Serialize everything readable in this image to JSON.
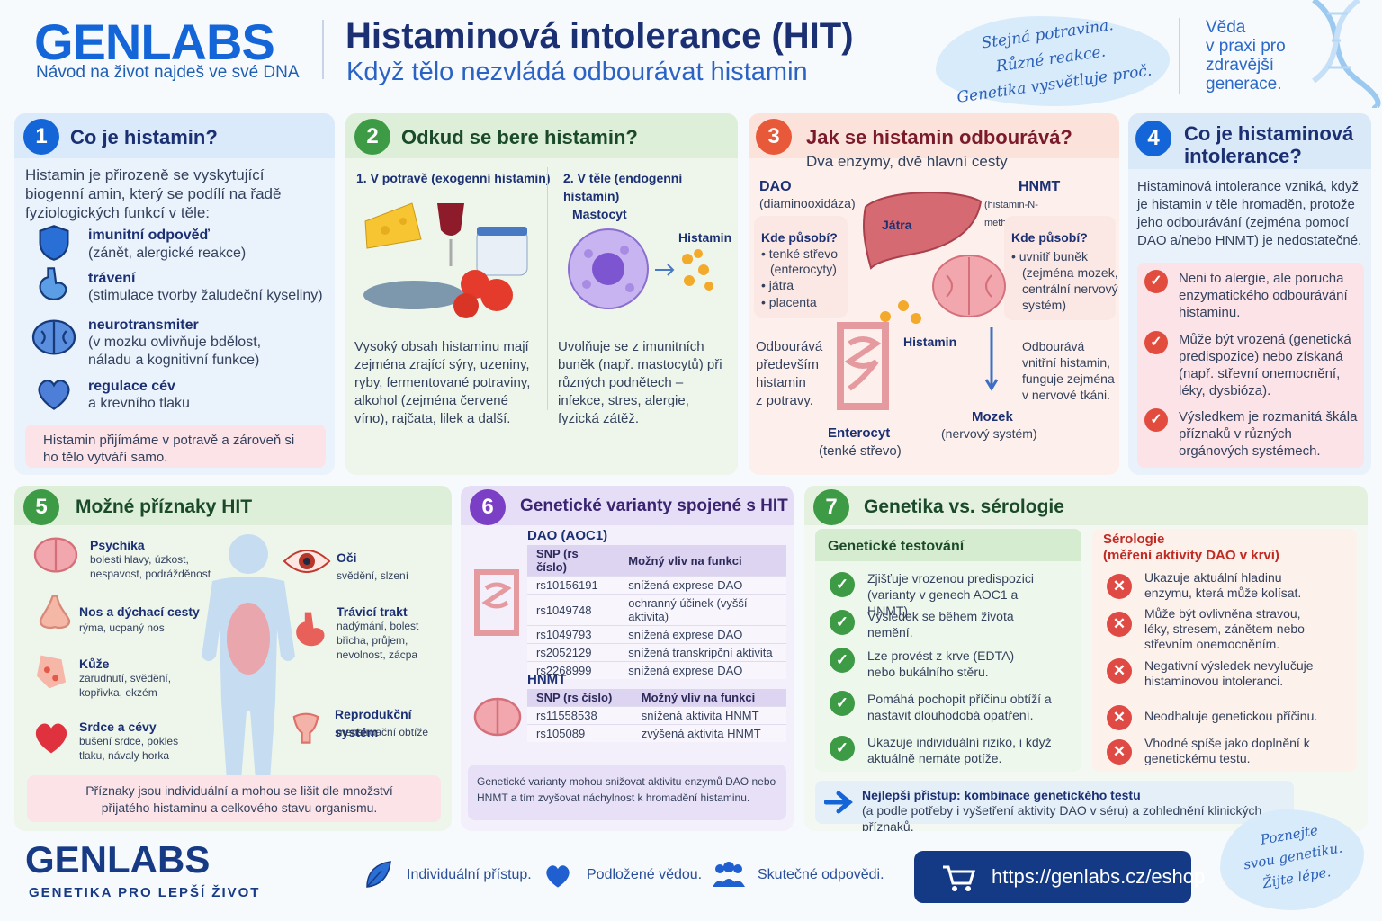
{
  "header": {
    "brand": "GENLABS",
    "brand_tagline": "Návod na život najdeš ve své DNA",
    "title": "Histaminová intolerance (HIT)",
    "subtitle": "Když tělo nezvládá odbourávat histamin",
    "note_lines": [
      "Stejná potravina.",
      "Různé reakce.",
      "Genetika vysvětluje proč."
    ],
    "veda_lines": [
      "Věda",
      "v praxi pro",
      "zdravější",
      "generace."
    ]
  },
  "s1": {
    "num": "1",
    "title": "Co je histamin?",
    "intro": "Histamin je přirozeně se vyskytující biogenní amin, který se podílí na řadě fyziologických funkcí v těle:",
    "items": [
      {
        "icon": "shield-icon",
        "title": "imunitní odpověď",
        "desc": "(zánět, alergické reakce)"
      },
      {
        "icon": "stomach-icon",
        "title": "trávení",
        "desc": "(stimulace tvorby žaludeční kyseliny)"
      },
      {
        "icon": "brain-icon",
        "title": "neurotransmiter",
        "desc": "(v mozku ovlivňuje bdělost, náladu a kognitivní funkce)"
      },
      {
        "icon": "heart-icon",
        "title": "regulace cév",
        "desc": "a krevního tlaku"
      }
    ],
    "note": "Histamin přijímáme v potravě a zároveň si ho tělo vytváří samo."
  },
  "s2": {
    "num": "2",
    "title": "Odkud se bere histamin?",
    "col1_title": "1. V potravě (exogenní histamin)",
    "col2_title": "2. V těle (endogenní histamin)",
    "mastocyt": "Mastocyt",
    "histamin": "Histamin",
    "col1_text": "Vysoký obsah histaminu mají zejména zrající sýry, uzeniny, ryby, fermentované potraviny, alkohol (zejména červené víno), rajčata, lilek a další.",
    "col2_text": "Uvolňuje se z imunitních buněk (např. mastocytů) při různých podnětech – infekce, stres, alergie, fyzická zátěž."
  },
  "s3": {
    "num": "3",
    "title": "Jak se histamin odbourává?",
    "subtitle": "Dva enzymy, dvě hlavní cesty",
    "dao": "DAO",
    "dao_full": "(diaminooxidáza)",
    "hnmt": "HNMT",
    "hnmt_full": "(histamin-N-methyltransferáza)",
    "kde_dao": "Kde působí?",
    "dao_places": [
      "• tenké střevo",
      "(enterocyty)",
      "• játra",
      "• placenta"
    ],
    "kde_hnmt": "Kde působí?",
    "hnmt_places": [
      "• uvnitř buněk",
      "(zejména mozek,",
      "centrální nervový",
      "systém)"
    ],
    "jatra": "Játra",
    "histamin": "Histamin",
    "dao_text": [
      "Odbourává",
      "především",
      "histamin",
      "z potravy."
    ],
    "hnmt_text": [
      "Odbourává",
      "vnitřní histamin,",
      "funguje zejména",
      "v nervové tkáni."
    ],
    "enterocyt": "Enterocyt",
    "enterocyt_sub": "(tenké střevo)",
    "mozek": "Mozek",
    "mozek_sub": "(nervový systém)"
  },
  "s4": {
    "num": "4",
    "title_lines": [
      "Co je histaminová",
      "intolerance?"
    ],
    "text": "Histaminová intolerance vzniká, když je histamin v těle hromaděn, protože jeho odbourávání (zejména pomocí DAO a/nebo HNMT) je nedostatečné.",
    "points": [
      "Neni to alergie, ale porucha enzymatického odbourávání histaminu.",
      "Může být vrozená (genetická predispozice) nebo získaná (např. střevní onemocnění, léky, dysbióza).",
      "Výsledkem je rozmanitá škála příznaků v různých orgánových systémech."
    ]
  },
  "s5": {
    "num": "5",
    "title": "Možné příznaky HIT",
    "left": [
      {
        "icon": "brain-icon",
        "title": "Psychika",
        "desc": "bolesti hlavy, úzkost, nespavost, podrážděnost"
      },
      {
        "icon": "nose-icon",
        "title": "Nos a dýchací cesty",
        "desc": "rýma, ucpaný nos"
      },
      {
        "icon": "skin-icon",
        "title": "Kůže",
        "desc": "zarudnutí, svědění, kopřivka, ekzém"
      },
      {
        "icon": "heart-icon",
        "title": "Srdce a cévy",
        "desc": "bušení srdce, pokles tlaku, návaly horka"
      }
    ],
    "right": [
      {
        "icon": "eye-icon",
        "title": "Oči",
        "desc": "svědění, slzení"
      },
      {
        "icon": "stomach-icon",
        "title": "Trávicí trakt",
        "desc": "nadýmání, bolest břicha, průjem, nevolnost, zácpa"
      },
      {
        "icon": "uterus-icon",
        "title": "Reprodukční systém",
        "desc": "menstruační obtíže"
      }
    ],
    "note": "Příznaky jsou individuální a mohou se lišit dle množství přijatého histaminu a celkového stavu organismu."
  },
  "s6": {
    "num": "6",
    "title": "Genetické varianty spojené s HIT",
    "dao_title": "DAO (AOC1)",
    "col_snp": "SNP (rs číslo)",
    "col_vliv": "Možný vliv na funkci",
    "dao_rows": [
      [
        "rs10156191",
        "snížená exprese DAO"
      ],
      [
        "rs1049748",
        "ochranný účinek (vyšší aktivita)"
      ],
      [
        "rs1049793",
        "snížená exprese DAO"
      ],
      [
        "rs2052129",
        "snížená transkripční aktivita"
      ],
      [
        "rs2268999",
        "snížená exprese DAO"
      ]
    ],
    "hnmt_title": "HNMT",
    "hnmt_rows": [
      [
        "rs11558538",
        "snížená aktivita HNMT"
      ],
      [
        "rs105089",
        "zvýšená aktivita HNMT"
      ]
    ],
    "note": "Genetické varianty mohou snižovat aktivitu enzymů DAO nebo HNMT a tím zvyšovat náchylnost k hromadění histaminu."
  },
  "s7": {
    "num": "7",
    "title": "Genetika vs. sérologie",
    "gen_title": "Genetické testování",
    "gen_points": [
      "Zjišťuje vrozenou predispozici (varianty v genech AOC1 a HNMT).",
      "Výsledek se během života nemění.",
      "Lze provést z krve (EDTA) nebo bukálního stěru.",
      "Pomáhá pochopit příčinu obtíží a nastavit dlouhodobá opatření.",
      "Ukazuje individuální riziko, i když aktuálně nemáte potíže."
    ],
    "ser_title": "Sérologie",
    "ser_sub": "(měření aktivity DAO v krvi)",
    "ser_points": [
      "Ukazuje aktuální hladinu enzymu, která může kolísat.",
      "Může být ovlivněna stravou, léky, stresem, zánětem nebo střevním onemocněním.",
      "Negativní výsledek nevylučuje histaminovou intoleranci.",
      "Neodhaluje genetickou příčinu.",
      "Vhodné spíše jako doplnění k genetickému testu."
    ],
    "best_bold": "Nejlepší přístup: kombinace genetického testu",
    "best_rest": "(a podle potřeby i vyšetření aktivity DAO v séru) a zohlednění klinických příznaků."
  },
  "footer": {
    "brand": "GENLABS",
    "tagline": "GENETIKA PRO LEPŠÍ ŽIVOT",
    "features": [
      "Individuální přístup.",
      "Podložené vědou.",
      "Skutečné odpovědi."
    ],
    "url": "https://genlabs.cz/eshop",
    "note_lines": [
      "Poznejte",
      "svou genetiku.",
      "Žijte lépe."
    ]
  },
  "colors": {
    "blue": "#1466d8",
    "navy": "#1b2f73",
    "green": "#3d9a45",
    "orange": "#e8593a",
    "purple": "#7a3fc4",
    "red": "#e24c3f"
  }
}
